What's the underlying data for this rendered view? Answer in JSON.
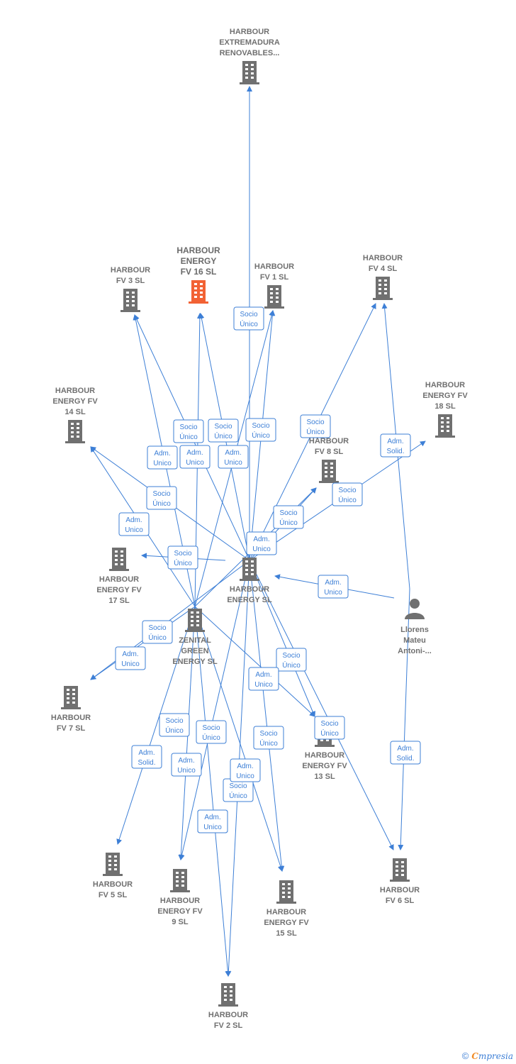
{
  "colors": {
    "edge": "#3d7fd6",
    "node": "#707070",
    "focus_node": "#f26234",
    "person": "#707070"
  },
  "nodes": [
    {
      "id": "extremadura",
      "type": "company",
      "label": [
        "HARBOUR",
        "EXTREMADURA",
        "RENOVABLES..."
      ]
    },
    {
      "id": "fv16",
      "type": "company",
      "focus": true,
      "label": [
        "HARBOUR",
        "ENERGY",
        "FV 16  SL"
      ]
    },
    {
      "id": "fv3",
      "type": "company",
      "label": [
        "HARBOUR",
        "FV 3  SL"
      ]
    },
    {
      "id": "fv1",
      "type": "company",
      "label": [
        "HARBOUR",
        "FV 1  SL"
      ]
    },
    {
      "id": "fv4",
      "type": "company",
      "label": [
        "HARBOUR",
        "FV 4  SL"
      ]
    },
    {
      "id": "fv14",
      "type": "company",
      "label": [
        "HARBOUR",
        "ENERGY FV",
        "14  SL"
      ]
    },
    {
      "id": "fv18",
      "type": "company",
      "label": [
        "HARBOUR",
        "ENERGY FV",
        "18  SL"
      ]
    },
    {
      "id": "fv8",
      "type": "company",
      "label": [
        "HARBOUR",
        "FV 8  SL"
      ]
    },
    {
      "id": "fv17",
      "type": "company",
      "label": [
        "HARBOUR",
        "ENERGY FV",
        "17  SL"
      ]
    },
    {
      "id": "energy",
      "type": "company",
      "label": [
        "HARBOUR",
        "ENERGY  SL"
      ]
    },
    {
      "id": "zenital",
      "type": "company",
      "label": [
        "ZENITAL",
        "GREEN",
        "ENERGY  SL"
      ]
    },
    {
      "id": "llorens",
      "type": "person",
      "label": [
        "Llorens",
        "Mateu",
        "Antoni-..."
      ]
    },
    {
      "id": "fv7",
      "type": "company",
      "label": [
        "HARBOUR",
        "FV 7  SL"
      ]
    },
    {
      "id": "fv13",
      "type": "company",
      "label": [
        "HARBOUR",
        "ENERGY FV",
        "13  SL"
      ]
    },
    {
      "id": "fv5",
      "type": "company",
      "label": [
        "HARBOUR",
        "FV 5  SL"
      ]
    },
    {
      "id": "fv9",
      "type": "company",
      "label": [
        "HARBOUR",
        "ENERGY FV",
        "9  SL"
      ]
    },
    {
      "id": "fv15",
      "type": "company",
      "label": [
        "HARBOUR",
        "ENERGY FV",
        "15  SL"
      ]
    },
    {
      "id": "fv6",
      "type": "company",
      "label": [
        "HARBOUR",
        "FV 6  SL"
      ]
    },
    {
      "id": "fv2",
      "type": "company",
      "label": [
        "HARBOUR",
        "FV 2  SL"
      ]
    }
  ],
  "relations": [
    {
      "id": "r1",
      "label": [
        "Socio",
        "Único"
      ]
    },
    {
      "id": "r2",
      "label": [
        "Socio",
        "Único"
      ]
    },
    {
      "id": "r3",
      "label": [
        "Socio",
        "Único"
      ]
    },
    {
      "id": "r4",
      "label": [
        "Socio",
        "Único"
      ]
    },
    {
      "id": "r5",
      "label": [
        "Socio",
        "Único"
      ]
    },
    {
      "id": "r6",
      "label": [
        "Adm.",
        "Solid."
      ]
    },
    {
      "id": "r7",
      "label": [
        "Adm.",
        "Unico"
      ]
    },
    {
      "id": "r8",
      "label": [
        "Adm.",
        "Unico"
      ]
    },
    {
      "id": "r9",
      "label": [
        "Adm.",
        "Unico"
      ]
    },
    {
      "id": "r10",
      "label": [
        "Socio",
        "Único"
      ]
    },
    {
      "id": "r11",
      "label": [
        "Socio",
        "Único"
      ]
    },
    {
      "id": "r12",
      "label": [
        "Adm.",
        "Unico"
      ]
    },
    {
      "id": "r13",
      "label": [
        "Socio",
        "Único"
      ]
    },
    {
      "id": "r14",
      "label": [
        "Adm.",
        "Unico"
      ]
    },
    {
      "id": "r15",
      "label": [
        "Socio",
        "Único"
      ]
    },
    {
      "id": "r16",
      "label": [
        "Adm.",
        "Unico"
      ]
    },
    {
      "id": "r17",
      "label": [
        "Socio",
        "Único"
      ]
    },
    {
      "id": "r18",
      "label": [
        "Adm.",
        "Unico"
      ]
    },
    {
      "id": "r19",
      "label": [
        "Socio",
        "Único"
      ]
    },
    {
      "id": "r20",
      "label": [
        "Adm.",
        "Unico"
      ]
    },
    {
      "id": "r21",
      "label": [
        "Socio",
        "Único"
      ]
    },
    {
      "id": "r22",
      "label": [
        "Socio",
        "Único"
      ]
    },
    {
      "id": "r23",
      "label": [
        "Socio",
        "Único"
      ]
    },
    {
      "id": "r24",
      "label": [
        "Socio",
        "Único"
      ]
    },
    {
      "id": "r25",
      "label": [
        "Adm.",
        "Solid."
      ]
    },
    {
      "id": "r26",
      "label": [
        "Socio",
        "Único"
      ]
    },
    {
      "id": "r27",
      "label": [
        "Adm.",
        "Unico"
      ]
    },
    {
      "id": "r28",
      "label": [
        "Adm.",
        "Unico"
      ]
    },
    {
      "id": "r29",
      "label": [
        "Socio",
        "Único"
      ]
    },
    {
      "id": "r30",
      "label": [
        "Adm.",
        "Solid."
      ]
    },
    {
      "id": "r31",
      "label": [
        "Adm.",
        "Unico"
      ]
    }
  ],
  "footer": {
    "copyright": "©",
    "brand_initial": "C",
    "brand_rest": "mpresia"
  }
}
